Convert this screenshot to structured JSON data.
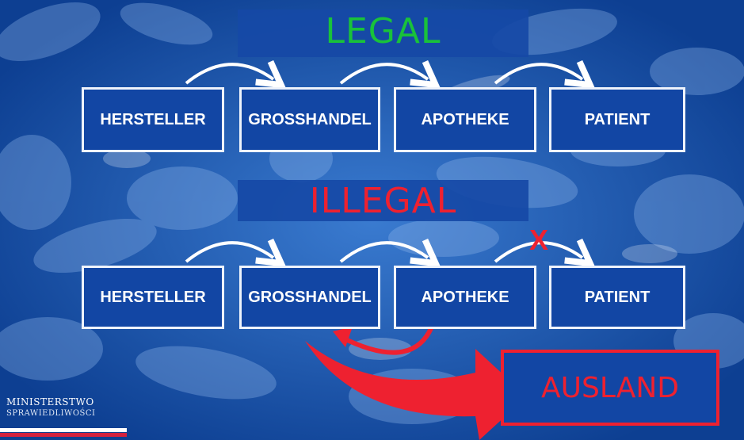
{
  "legal": {
    "title": "LEGAL",
    "title_color": "#19c23a",
    "chain": [
      "HERSTELLER",
      "GROSSHANDEL",
      "APOTHEKE",
      "PATIENT"
    ]
  },
  "illegal": {
    "title": "ILLEGAL",
    "title_color": "#ee2130",
    "chain": [
      "HERSTELLER",
      "GROSSHANDEL",
      "APOTHEKE",
      "PATIENT"
    ],
    "blocked_mark": "X",
    "foreign_target": "AUSLAND"
  },
  "logo": {
    "line1": "MINISTERSTWO",
    "line2": "SPRAWIEDLIWOŚCI"
  },
  "colors": {
    "background": "#1652a8",
    "box_fill": "#1246a4",
    "box_border": "#eef3fb",
    "red": "#ee2130"
  }
}
